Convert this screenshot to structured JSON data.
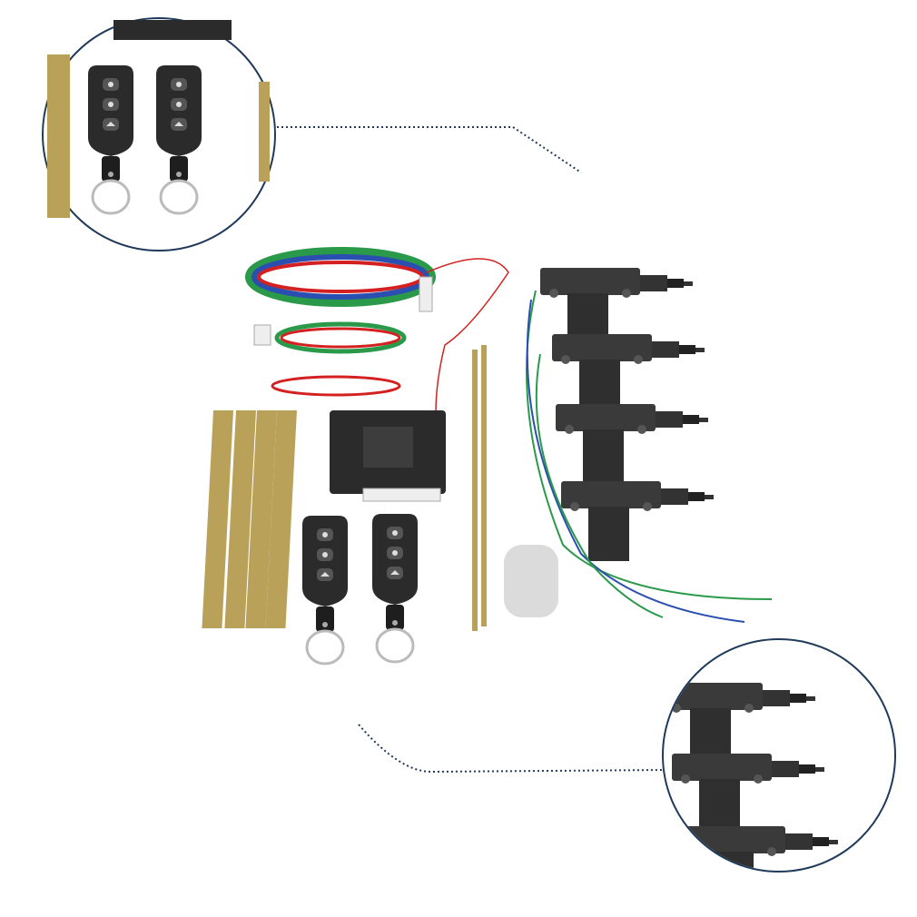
{
  "colors": {
    "background": "#ffffff",
    "callout_circle": "#1f3a5a",
    "dotted_leader": "#1f3a5a",
    "plastic": "#2b2b2b",
    "metal_strip": "#b9a15a",
    "wire_red": "#d42020",
    "wire_green": "#2a9a4a",
    "wire_blue": "#2a4fb0"
  },
  "icons": [
    "remote-fob",
    "lock-icon",
    "unlock-icon",
    "trunk-icon",
    "door-lock-actuator",
    "control-module",
    "mounting-strip",
    "key-ring"
  ]
}
